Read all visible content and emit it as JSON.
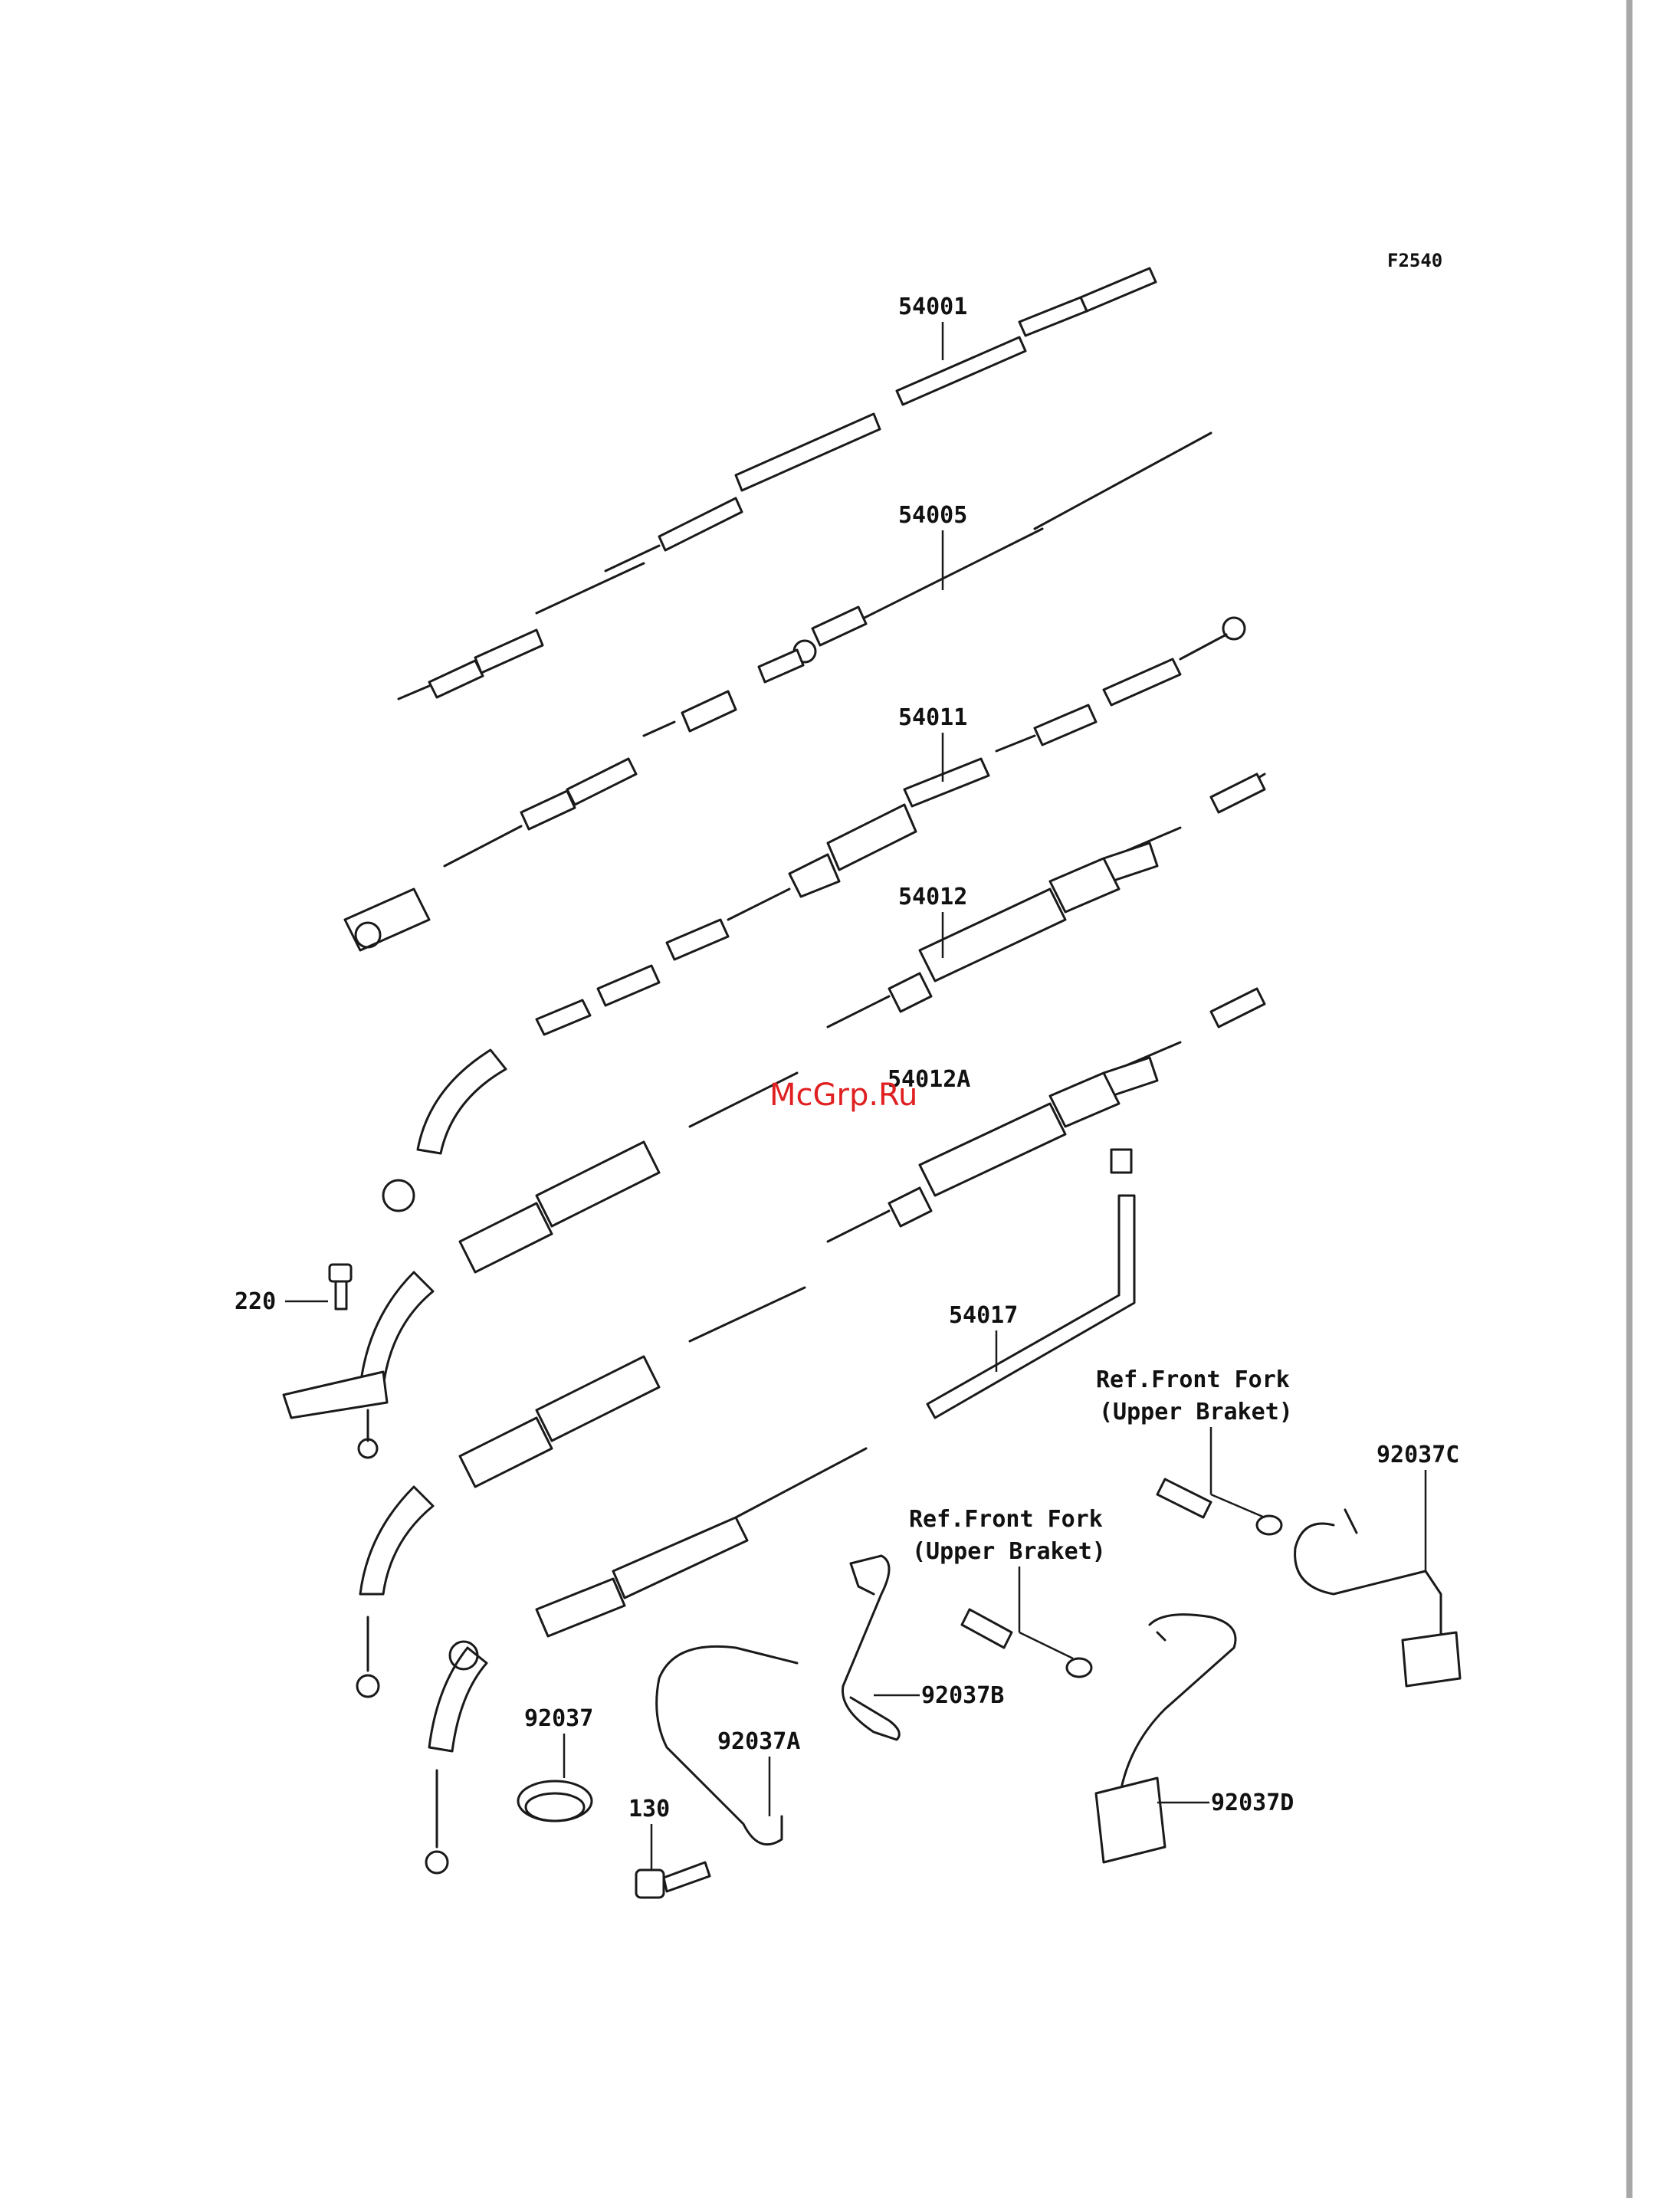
{
  "figure_code": "F2540",
  "watermark": "McGrp.Ru",
  "parts": {
    "p54001": "54001",
    "p54005": "54005",
    "p54011": "54011",
    "p54012": "54012",
    "p54012A": "54012A",
    "p54017": "54017",
    "p220": "220",
    "p92037": "92037",
    "p92037A": "92037A",
    "p92037B": "92037B",
    "p92037C": "92037C",
    "p92037D": "92037D",
    "p130": "130"
  },
  "refs": {
    "ref1_line1": "Ref.Front Fork",
    "ref1_line2": "(Upper Braket)",
    "ref2_line1": "Ref.Front Fork",
    "ref2_line2": "(Upper Braket)"
  },
  "colors": {
    "line": "#1a1a1a",
    "watermark": "#e02020",
    "border": "#a0a0a0"
  }
}
